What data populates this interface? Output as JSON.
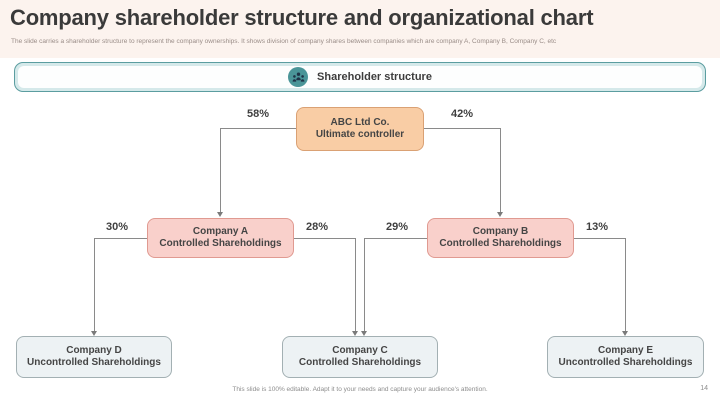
{
  "slide": {
    "title": "Company shareholder structure and organizational chart",
    "subtitle": "The slide carries a shareholder structure to represent the company ownerships. It shows division of company shares between companies which are company A, Company B, Company C, etc",
    "footer": "This slide is 100% editable. Adapt it to your needs and capture your audience's attention.",
    "page_number": "14"
  },
  "banner": {
    "label": "Shareholder structure",
    "icon": "people-group-icon"
  },
  "org_chart": {
    "nodes": [
      {
        "id": "abc",
        "line1": "ABC Ltd Co.",
        "line2": "Ultimate controller",
        "role": "root"
      },
      {
        "id": "company-a",
        "line1": "Company A",
        "line2": "Controlled Shareholdings",
        "role": "controlled"
      },
      {
        "id": "company-b",
        "line1": "Company B",
        "line2": "Controlled Shareholdings",
        "role": "controlled"
      },
      {
        "id": "company-d",
        "line1": "Company D",
        "line2": "Uncontrolled Shareholdings",
        "role": "uncontrolled"
      },
      {
        "id": "company-c",
        "line1": "Company C",
        "line2": "Controlled Shareholdings",
        "role": "controlled"
      },
      {
        "id": "company-e",
        "line1": "Company E",
        "line2": "Uncontrolled Shareholdings",
        "role": "uncontrolled"
      }
    ],
    "edges": [
      {
        "from": "ABC Ltd Co.",
        "to": "Company A",
        "label": "58%"
      },
      {
        "from": "ABC Ltd Co.",
        "to": "Company B",
        "label": "42%"
      },
      {
        "from": "Company A",
        "to": "Company D",
        "label": "30%"
      },
      {
        "from": "Company A",
        "to": "Company C",
        "label": "28%"
      },
      {
        "from": "Company B",
        "to": "Company C",
        "label": "29%"
      },
      {
        "from": "Company B",
        "to": "Company E",
        "label": "13%"
      }
    ]
  },
  "colors": {
    "accent_teal": "#4a9598",
    "banner_fill": "#d5e9ea",
    "root_box_fill": "#f9cda5",
    "root_box_border": "#daa174",
    "controlled_box_fill": "#f9d0cb",
    "controlled_box_border": "#e09a91",
    "uncontrolled_box_fill": "#edf2f4",
    "uncontrolled_box_border": "#a3b0b3",
    "connector_gray": "#8a8a8a",
    "header_band": "#fcf3ee"
  }
}
